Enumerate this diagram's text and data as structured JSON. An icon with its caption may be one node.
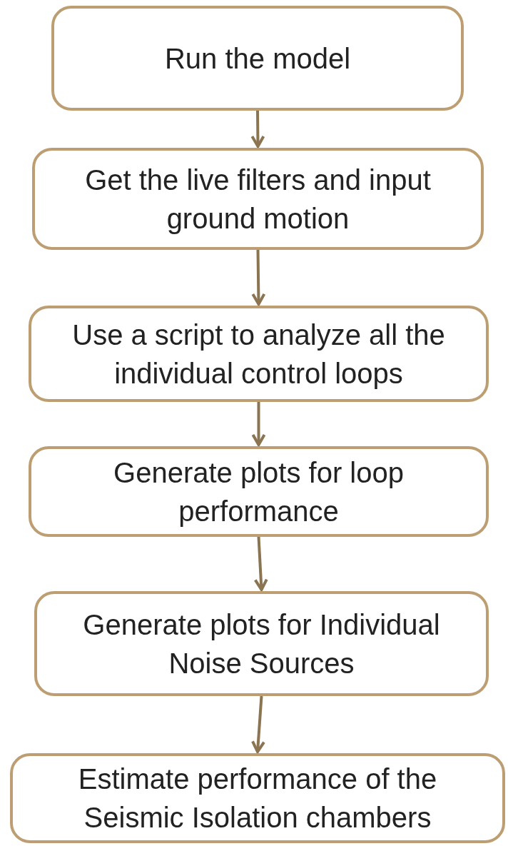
{
  "diagram": {
    "nodes": [
      {
        "text": [
          "Run the model"
        ]
      },
      {
        "text": [
          "Get the live filters and input ground motion"
        ]
      },
      {
        "text": [
          "Use a script to analyze all the individual control loops"
        ]
      },
      {
        "text": [
          "Generate plots for loop performance"
        ]
      },
      {
        "text": [
          "Generate plots for Individual Noise Sources"
        ]
      },
      {
        "text": [
          "Estimate performance of the Seismic Isolation chambers"
        ]
      }
    ],
    "edges": [
      {
        "from": 0,
        "to": 1,
        "arrow": "to"
      },
      {
        "from": 1,
        "to": 2,
        "arrow": "to"
      },
      {
        "from": 2,
        "to": 3,
        "arrow": "to"
      },
      {
        "from": 3,
        "to": 4,
        "arrow": "to"
      },
      {
        "from": 4,
        "to": 5,
        "arrow": "to"
      }
    ]
  }
}
